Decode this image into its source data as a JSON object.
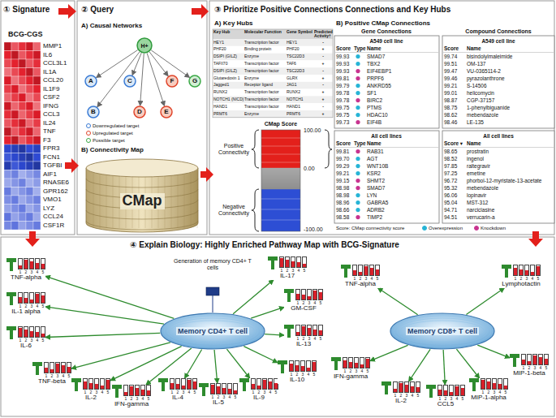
{
  "diagram": {
    "nodes": [
      {
        "text": [
          "H+"
        ]
      },
      {
        "text": [
          "A"
        ]
      },
      {
        "text": [
          "B"
        ]
      },
      {
        "text": [
          "C"
        ]
      },
      {
        "text": [
          "D"
        ]
      },
      {
        "text": [
          "E"
        ]
      },
      {
        "text": [
          "F"
        ]
      },
      {
        "text": [
          "G"
        ]
      },
      {
        "text": [
          "CMap"
        ]
      },
      {
        "text": [
          "Memory CD4+ T cell"
        ]
      },
      {
        "text": [
          "TNF-alpha"
        ]
      },
      {
        "text": [
          "IL-1 alpha"
        ]
      },
      {
        "text": [
          "IL-6"
        ]
      },
      {
        "text": [
          "TNF-beta"
        ]
      },
      {
        "text": [
          "IL-2"
        ]
      },
      {
        "text": [
          "IFN-gamma"
        ]
      },
      {
        "text": [
          "IL-4"
        ]
      },
      {
        "text": [
          "IL-5"
        ]
      },
      {
        "text": [
          "IL-9"
        ]
      },
      {
        "text": [
          "IL-10"
        ]
      },
      {
        "text": [
          "IL-13"
        ]
      },
      {
        "text": [
          "GM-CSF"
        ]
      },
      {
        "text": [
          "IL-17"
        ]
      },
      {
        "text": [
          "Memory CD8+ T cell"
        ]
      },
      {
        "text": [
          "TNF-alpha"
        ]
      },
      {
        "text": [
          "IFN-gamma"
        ]
      },
      {
        "text": [
          "IL-2"
        ]
      },
      {
        "text": [
          "CCL5"
        ]
      },
      {
        "text": [
          "MIP-1-alpha"
        ]
      },
      {
        "text": [
          "MIP-1-beta"
        ]
      },
      {
        "text": [
          "Lymphotactin"
        ]
      }
    ],
    "edges": [
      {
        "from": 0,
        "to": 1,
        "arrow": "to"
      },
      {
        "from": 0,
        "to": 2,
        "arrow": "to"
      },
      {
        "from": 0,
        "to": 3,
        "arrow": "to"
      },
      {
        "from": 0,
        "to": 4,
        "arrow": "to"
      },
      {
        "from": 0,
        "to": 5,
        "arrow": "to"
      },
      {
        "from": 0,
        "to": 6,
        "arrow": "to"
      },
      {
        "from": 0,
        "to": 7,
        "arrow": "to"
      },
      {
        "from": 9,
        "to": 10,
        "arrow": "to"
      },
      {
        "from": 9,
        "to": 11,
        "arrow": "to"
      },
      {
        "from": 9,
        "to": 12,
        "arrow": "to"
      },
      {
        "from": 9,
        "to": 13,
        "arrow": "to"
      },
      {
        "from": 9,
        "to": 14,
        "arrow": "to"
      },
      {
        "from": 9,
        "to": 15,
        "arrow": "to"
      },
      {
        "from": 9,
        "to": 16,
        "arrow": "to"
      },
      {
        "from": 9,
        "to": 17,
        "arrow": "to"
      },
      {
        "from": 9,
        "to": 18,
        "arrow": "to"
      },
      {
        "from": 9,
        "to": 19,
        "arrow": "to"
      },
      {
        "from": 9,
        "to": 20,
        "arrow": "to"
      },
      {
        "from": 9,
        "to": 21,
        "arrow": "to"
      },
      {
        "from": 9,
        "to": 22,
        "arrow": "to"
      },
      {
        "from": 23,
        "to": 24,
        "arrow": "to"
      },
      {
        "from": 23,
        "to": 25,
        "arrow": "to"
      },
      {
        "from": 23,
        "to": 26,
        "arrow": "to"
      },
      {
        "from": 23,
        "to": 27,
        "arrow": "to"
      },
      {
        "from": 23,
        "to": 28,
        "arrow": "to"
      },
      {
        "from": 23,
        "to": 29,
        "arrow": "to"
      },
      {
        "from": 23,
        "to": 30,
        "arrow": "to"
      }
    ],
    "labels": [
      "① Signature",
      "BCG-CGS",
      "② Query",
      "A) Causal Networks",
      "B) Connectivity Map",
      "③ Prioritize Positive Connections Connections and Key Hubs",
      "A) Key Hubs",
      "B) Positive CMap Connections",
      "CMap Score",
      "100.00",
      "0.00",
      "-100.00",
      "Positive Connectivity",
      "Negative Connectivity",
      "Gene Connections",
      "Compound Connections",
      "A549 cell line",
      "A549 cell line",
      "All cell lines",
      "All cell lines",
      "Score: CMap connectivity score",
      "④ Explain Biology: Highly Enriched Pathway Map with BCG-Signature",
      "Generation of memory CD4+ T cells",
      "MMP1",
      "IL6",
      "CCL3L1",
      "IL1A",
      "CCL20",
      "IL1F9",
      "CSF2",
      "IFNG",
      "CCL3",
      "IL24",
      "TNF",
      "F3",
      "FPR3",
      "FCN1",
      "TGFBI",
      "AIF1",
      "RNASE6",
      "GPR162",
      "VMO1",
      "LYZ",
      "CCL24",
      "CSF1R",
      "Key Hub",
      "Molecular Function",
      "Gene Symbol",
      "Predicted Activity†",
      "HEY1",
      "Transcription factor",
      "HEY1",
      "-",
      "PHF20",
      "Binding protein",
      "PHF20",
      "+",
      "DSIPI (GILZ)",
      "Enzyme",
      "TSC22D3",
      "-",
      "TAFII70",
      "Transcription factor",
      "TAF6",
      "+",
      "DSIPI (GILZ)",
      "Transcription factor",
      "TSC22D3",
      "-",
      "Glutaredoxin 1",
      "Enzyme",
      "GLRX",
      "+",
      "Jagged1",
      "Receptor ligand",
      "JAG1",
      "-",
      "RUNX2",
      "Transcription factor",
      "RUNX2",
      "+",
      "NOTCH1 (NICD)",
      "Transcription factor",
      "NOTCH1",
      "+",
      "HAND1",
      "Transcription factor",
      "HAND1",
      "-",
      "PRMT6",
      "Enzyme",
      "PRMT6",
      "+",
      "Score",
      "Type",
      "Name",
      "99.93",
      "SMAD7",
      "99.93",
      "TBX2",
      "99.93",
      "EIF4EBP1",
      "99.81",
      "PRPF6",
      "99.79",
      "ANKRD55",
      "99.78",
      "SF1",
      "99.78",
      "BIRC2",
      "99.75",
      "PTMS",
      "99.75",
      "HDAC10",
      "99.73",
      "EIF4B",
      "Score",
      "Name",
      "99.74",
      "bisindolylmaleimide",
      "99.51",
      "OM-137",
      "99.47",
      "VU-0365114-2",
      "99.46",
      "pyrazolanthrone",
      "99.21",
      "S-14506",
      "99.01",
      "helicomycin",
      "98.87",
      "CGP-37157",
      "98.75",
      "1-phenylbiguanide",
      "98.62",
      "mebendazole",
      "98.46",
      "LE-135",
      "Score",
      "Type",
      "Name",
      "99.81",
      "RAB31",
      "99.70",
      "AGT",
      "99.29",
      "WNT10B",
      "99.21",
      "KSR2",
      "99.15",
      "SHMT2",
      "98.98",
      "SMAD7",
      "98.98",
      "LYN",
      "98.96",
      "GABRA5",
      "98.66",
      "ADRB2",
      "98.58",
      "TIMP2",
      "Score ▾",
      "Name",
      "98.65",
      "prostratin",
      "98.52",
      "ingenol",
      "97.85",
      "raltegravir",
      "97.25",
      "emetine",
      "96.72",
      "phorbol-12-myristate-13-acetate",
      "95.32",
      "mebendazole",
      "96.06",
      "lopinavir",
      "95.04",
      "MST-312",
      "94.71",
      "narciclasine",
      "94.51",
      "verrucarin-a",
      "1",
      "2",
      "3",
      "4",
      "5",
      "1",
      "2",
      "3",
      "4",
      "5",
      "1",
      "2",
      "3",
      "4",
      "5",
      "1",
      "2",
      "3",
      "4",
      "5",
      "1",
      "2",
      "3",
      "4",
      "5",
      "1",
      "2",
      "3",
      "4",
      "5",
      "1",
      "2",
      "3",
      "4",
      "5",
      "1",
      "2",
      "3",
      "4",
      "5",
      "1",
      "2",
      "3",
      "4",
      "5",
      "1",
      "2",
      "3",
      "4",
      "5",
      "1",
      "2",
      "3",
      "4",
      "5",
      "1",
      "2",
      "3",
      "4",
      "5",
      "1",
      "2",
      "3",
      "4",
      "5",
      "1",
      "2",
      "3",
      "4",
      "5",
      "1",
      "2",
      "3",
      "4",
      "5",
      "1",
      "2",
      "3",
      "4",
      "5",
      "1",
      "2",
      "3",
      "4",
      "5",
      "1",
      "2",
      "3",
      "4",
      "5",
      "1",
      "2",
      "3",
      "4",
      "5",
      "1",
      "2",
      "3",
      "4",
      "5"
    ],
    "legend": [
      {
        "text": "Downregulated target",
        "color": "#3a7bd5"
      },
      {
        "text": "Upregulated target",
        "color": "#e0452b"
      },
      {
        "text": "Possible target",
        "color": "#3aa845"
      },
      {
        "text": "Overexpression",
        "color": "#27b4d6"
      },
      {
        "text": "Knockdown",
        "color": "#c8338f"
      }
    ]
  }
}
